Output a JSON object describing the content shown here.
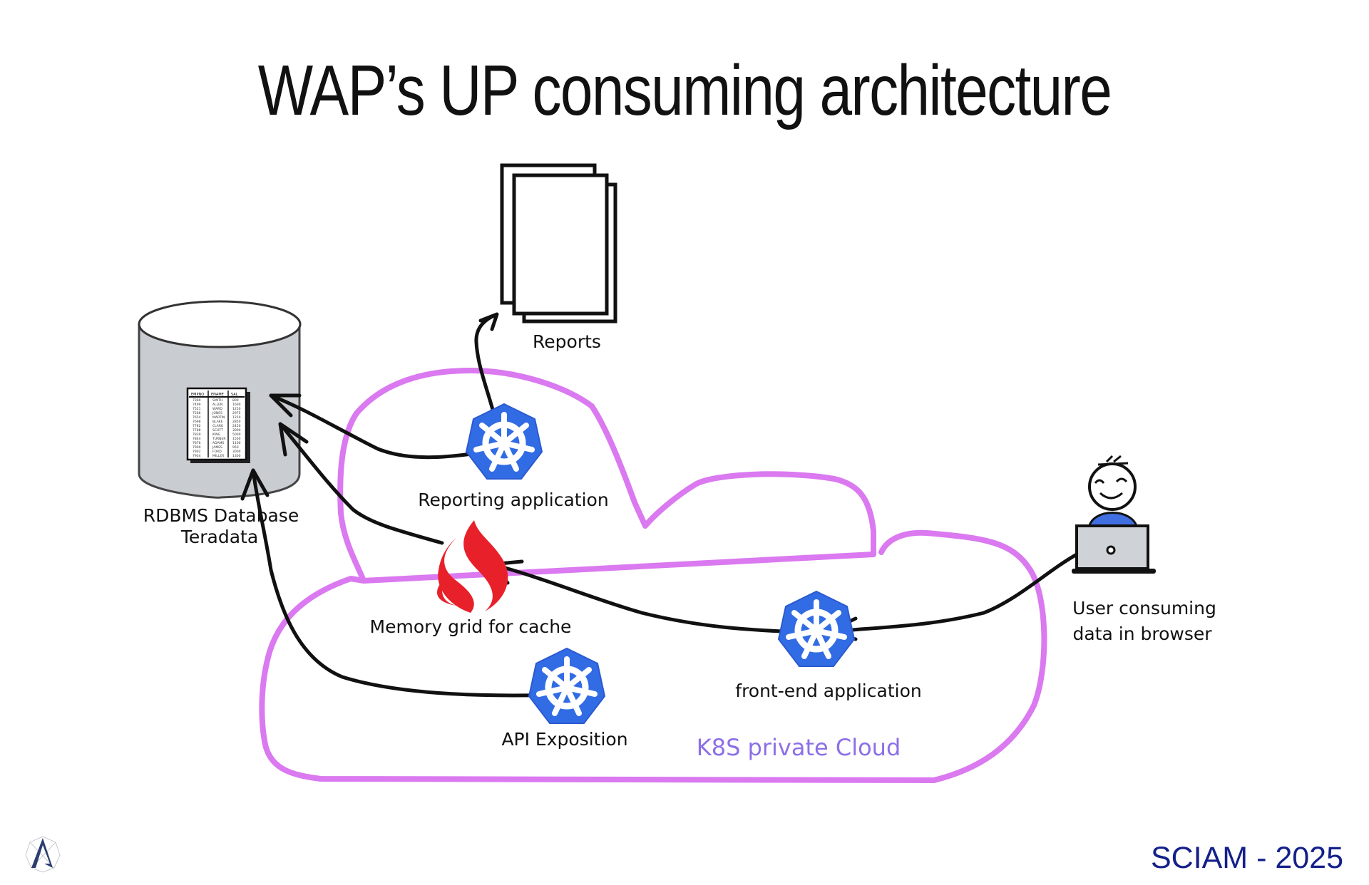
{
  "slide": {
    "title": "WAP’s UP consuming architecture",
    "footer": "SCIAM - 2025",
    "logo": "sciam-logo-icon"
  },
  "colors": {
    "k8s_blue": "#326ce5",
    "cloud_stroke": "#da79f0",
    "cloud_label": "#8d6fe8",
    "flame_red": "#e8202a",
    "db_fill": "#c9ccd1",
    "footer_text": "#14208a",
    "user_shirt": "#3f6fe0",
    "laptop_fill": "#cfd2d6"
  },
  "nodes": {
    "database": {
      "label_line1": "RDBMS Database",
      "label_line2": "Teradata",
      "icon": "database-cylinder-icon"
    },
    "reports": {
      "label": "Reports",
      "icon": "documents-icon"
    },
    "reporting_app": {
      "label": "Reporting application",
      "icon": "kubernetes-icon"
    },
    "memory_grid": {
      "label": "Memory grid for cache",
      "icon": "flame-icon"
    },
    "api": {
      "label": "API Exposition",
      "icon": "kubernetes-icon"
    },
    "frontend": {
      "label": "front-end application",
      "icon": "kubernetes-icon"
    },
    "user": {
      "label_line1": "User consuming",
      "label_line2": "data in browser",
      "icon": "user-laptop-icon"
    },
    "cloud": {
      "label": "K8S private Cloud"
    }
  },
  "db_table": {
    "headers": [
      "EMPNO",
      "ENAME",
      "SAL"
    ],
    "rows": [
      [
        "7369",
        "SMITH",
        "800"
      ],
      [
        "7499",
        "ALLEN",
        "1600"
      ],
      [
        "7521",
        "WARD",
        "1250"
      ],
      [
        "7566",
        "JONES",
        "2975"
      ],
      [
        "7654",
        "MARTIN",
        "1250"
      ],
      [
        "7698",
        "BLAKE",
        "2850"
      ],
      [
        "7782",
        "CLARK",
        "2450"
      ],
      [
        "7788",
        "SCOTT",
        "3000"
      ],
      [
        "7839",
        "KING",
        "5000"
      ],
      [
        "7844",
        "TURNER",
        "1500"
      ],
      [
        "7876",
        "ADAMS",
        "1100"
      ],
      [
        "7900",
        "JAMES",
        "950"
      ],
      [
        "7902",
        "FORD",
        "3000"
      ],
      [
        "7934",
        "MILLER",
        "1300"
      ]
    ]
  },
  "edges": [
    {
      "from": "reporting_app",
      "to": "database"
    },
    {
      "from": "reporting_app",
      "to": "reports"
    },
    {
      "from": "memory_grid",
      "to": "database"
    },
    {
      "from": "frontend",
      "to": "memory_grid"
    },
    {
      "from": "user",
      "to": "frontend"
    },
    {
      "from": "api",
      "to": "database"
    }
  ]
}
